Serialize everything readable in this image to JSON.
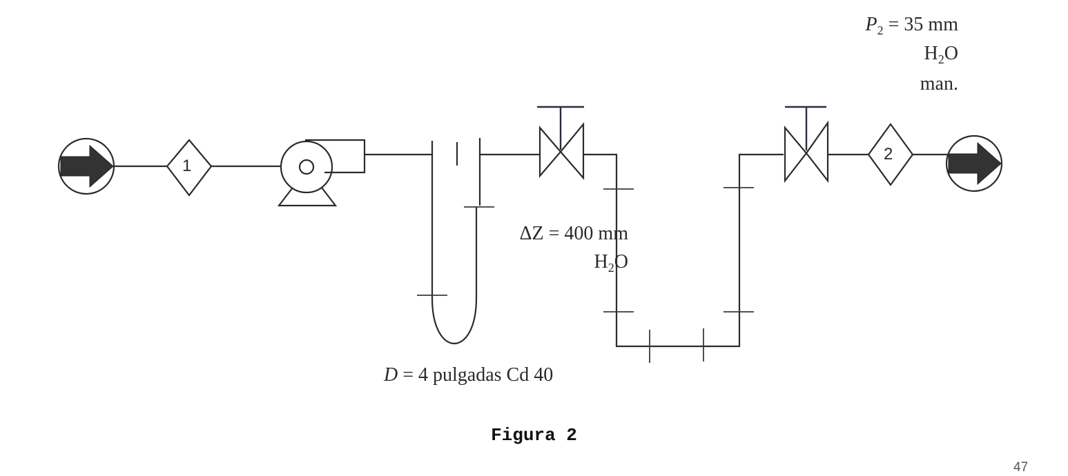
{
  "diagram": {
    "p2": {
      "symbol": "P",
      "subscript": "2",
      "value": "= 35 mm",
      "unit_main": "H",
      "unit_sub": "2",
      "unit_tail": "O",
      "note": "man."
    },
    "delta_z": {
      "text": "ΔZ = 400 mm",
      "unit_main": "H",
      "unit_sub": "2",
      "unit_tail": "O"
    },
    "diameter": {
      "symbol": "D",
      "text": "= 4 pulgadas Cd 40"
    },
    "point_1": "1",
    "point_2": "2",
    "colors": {
      "line": "#2b2b2b",
      "arrow_fill": "#333333",
      "valve_stem": "#2a2a48"
    }
  },
  "caption": "Figura 2",
  "page_number": "47"
}
